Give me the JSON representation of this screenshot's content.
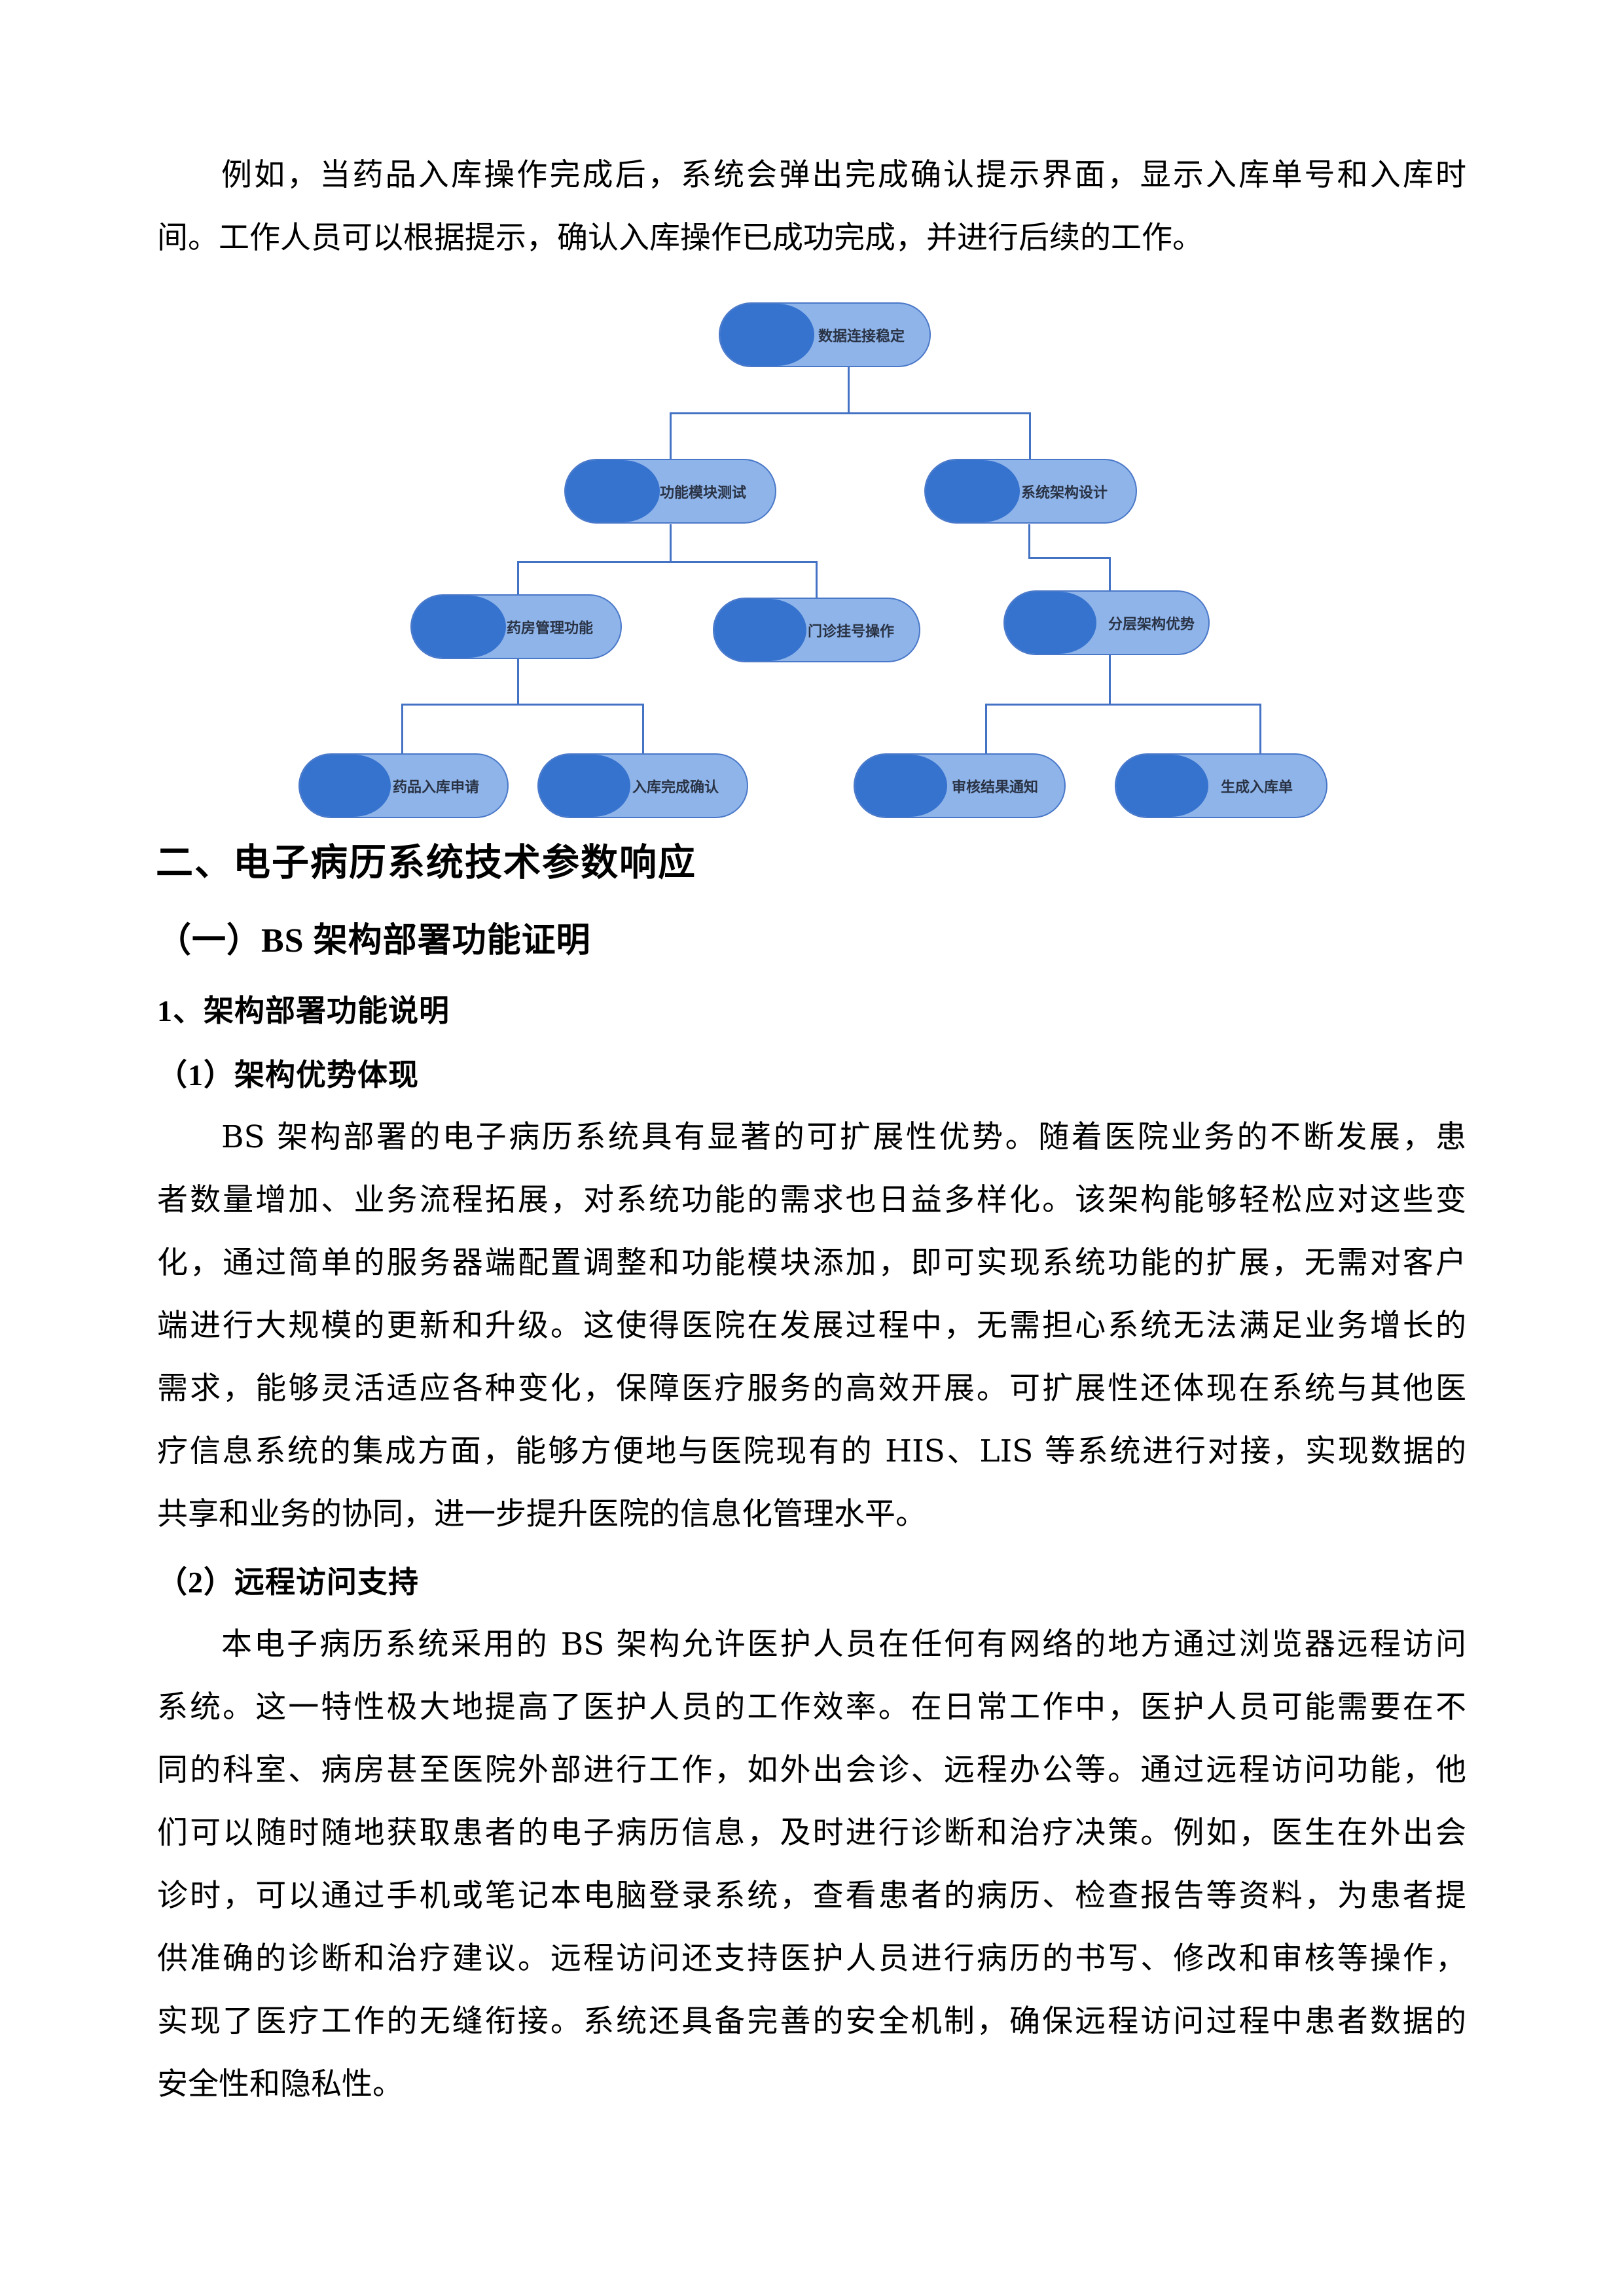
{
  "intro_paragraph": {
    "lines": [
      "例如，当药品入库操作完成后，系统会弹出完成确认提示界面，显示入库单号和入库时",
      "间。工作人员可以根据提示，确认入库操作已成功完成，并进行后续的工作。"
    ]
  },
  "diagram": {
    "colors": {
      "node_light": "#8eb4ea",
      "node_dark": "#3673cf",
      "connector": "#4472c4",
      "label": "#2a3345"
    },
    "root": {
      "label": "数据连接稳定"
    },
    "level2": [
      {
        "label": "功能模块测试"
      },
      {
        "label": "系统架构设计"
      }
    ],
    "level3": [
      {
        "label": "药房管理功能",
        "parent": "功能模块测试"
      },
      {
        "label": "门诊挂号操作",
        "parent": "功能模块测试"
      },
      {
        "label": "分层架构优势",
        "parent": "系统架构设计"
      }
    ],
    "level4": [
      {
        "label": "药品入库申请",
        "parent": "药房管理功能"
      },
      {
        "label": "入库完成确认",
        "parent": "药房管理功能"
      },
      {
        "label": "审核结果通知",
        "parent": "分层架构优势"
      },
      {
        "label": "生成入库单",
        "parent": "分层架构优势"
      }
    ]
  },
  "headings": {
    "h1": "二、电子病历系统技术参数响应",
    "h2": "（一）BS 架构部署功能证明",
    "h3": "1、架构部署功能说明",
    "h4_1": "（1）架构优势体现",
    "h4_2": "（2）远程访问支持"
  },
  "section1_paragraph": {
    "lines": [
      "BS 架构部署的电子病历系统具有显著的可扩展性优势。随着医院业务的不断发展，患",
      "者数量增加、业务流程拓展，对系统功能的需求也日益多样化。该架构能够轻松应对这些变",
      "化，通过简单的服务器端配置调整和功能模块添加，即可实现系统功能的扩展，无需对客户",
      "端进行大规模的更新和升级。这使得医院在发展过程中，无需担心系统无法满足业务增长的",
      "需求，能够灵活适应各种变化，保障医疗服务的高效开展。可扩展性还体现在系统与其他医",
      "疗信息系统的集成方面，能够方便地与医院现有的 HIS、LIS 等系统进行对接，实现数据的",
      "共享和业务的协同，进一步提升医院的信息化管理水平。"
    ]
  },
  "section2_paragraph": {
    "lines": [
      "本电子病历系统采用的 BS 架构允许医护人员在任何有网络的地方通过浏览器远程访问",
      "系统。这一特性极大地提高了医护人员的工作效率。在日常工作中，医护人员可能需要在不",
      "同的科室、病房甚至医院外部进行工作，如外出会诊、远程办公等。通过远程访问功能，他",
      "们可以随时随地获取患者的电子病历信息，及时进行诊断和治疗决策。例如，医生在外出会",
      "诊时，可以通过手机或笔记本电脑登录系统，查看患者的病历、检查报告等资料，为患者提",
      "供准确的诊断和治疗建议。远程访问还支持医护人员进行病历的书写、修改和审核等操作，",
      "实现了医疗工作的无缝衔接。系统还具备完善的安全机制，确保远程访问过程中患者数据的",
      "安全性和隐私性。"
    ]
  }
}
